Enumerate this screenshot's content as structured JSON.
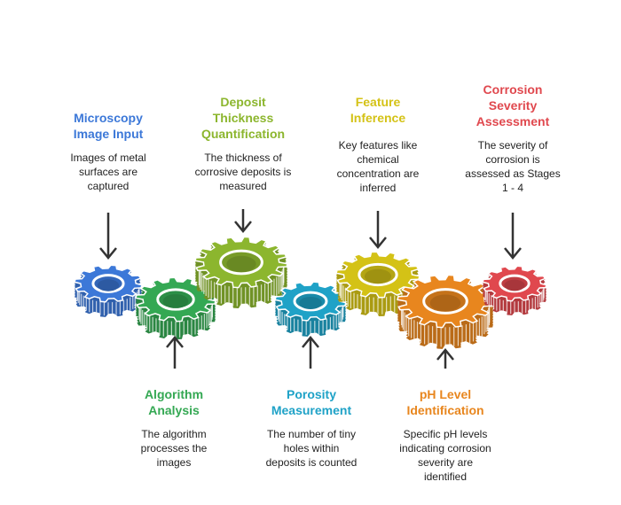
{
  "colors": {
    "blue": "#3c78d8",
    "green": "#34a853",
    "lime": "#8cb62e",
    "teal": "#1fa2c7",
    "yellow": "#d4c216",
    "orange": "#e8861e",
    "red": "#e0484e",
    "arrow": "#333333"
  },
  "steps": [
    {
      "title_lines": [
        "Microscopy",
        "Image Input"
      ],
      "desc_lines": [
        "Images of metal",
        "surfaces are",
        "captured"
      ]
    },
    {
      "title_lines": [
        "Algorithm",
        "Analysis"
      ],
      "desc_lines": [
        "The algorithm",
        "processes the",
        "images"
      ]
    },
    {
      "title_lines": [
        "Deposit",
        "Thickness",
        "Quantification"
      ],
      "desc_lines": [
        "The thickness of",
        "corrosive deposits is",
        "measured"
      ]
    },
    {
      "title_lines": [
        "Porosity",
        "Measurement"
      ],
      "desc_lines": [
        "The number of tiny",
        "holes within",
        "deposits is counted"
      ]
    },
    {
      "title_lines": [
        "Feature",
        "Inference"
      ],
      "desc_lines": [
        "Key features like",
        "chemical",
        "concentration are",
        "inferred"
      ]
    },
    {
      "title_lines": [
        "pH Level",
        "Identification"
      ],
      "desc_lines": [
        "Specific pH levels",
        "indicating corrosion",
        "severity are",
        "identified"
      ]
    },
    {
      "title_lines": [
        "Corrosion",
        "Severity",
        "Assessment"
      ],
      "desc_lines": [
        "The severity of",
        "corrosion is",
        "assessed as Stages",
        "1 - 4"
      ]
    }
  ]
}
